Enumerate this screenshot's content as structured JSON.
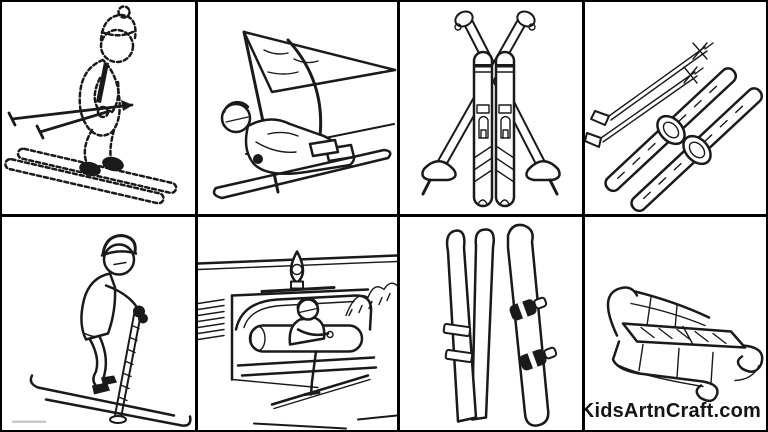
{
  "page": {
    "watermark": "KidsArtnCraft.com"
  },
  "colors": {
    "background": "#ffffff",
    "line_art": "#1a1a1a",
    "grid_border": "#000000",
    "watermark_text": "#151515"
  },
  "grid": {
    "rows": 2,
    "columns": 4
  },
  "panels": [
    {
      "name": "downhill-skier",
      "description": "Skier in bobble hat descending with two poles, dotted outline style"
    },
    {
      "name": "slalom-racer",
      "description": "Crouched ski racer carving past a slalom gate flag"
    },
    {
      "name": "upright-skis-poles",
      "description": "Pair of skis standing upright with two crossed ski poles"
    },
    {
      "name": "skis-poles-flat",
      "description": "Skis with round bindings and two poles lying diagonally"
    },
    {
      "name": "cross-country-skier",
      "description": "Cross-country skier leaning forward holding poles"
    },
    {
      "name": "chairlift-rider",
      "description": "Skier riding a chairlift hanging from a cable with mountains behind"
    },
    {
      "name": "skis-and-snowboard",
      "description": "Two leaning skis with straps and a snowboard with black bindings"
    },
    {
      "name": "wooden-sled",
      "description": "Wooden sled with curled runners"
    }
  ]
}
